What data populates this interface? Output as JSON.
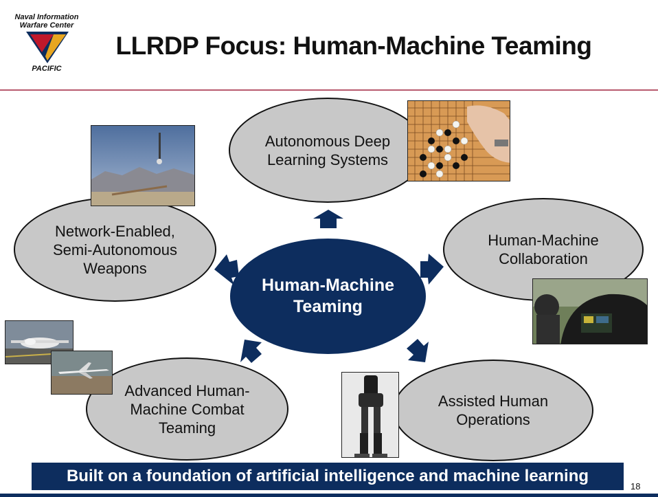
{
  "logo": {
    "line1": "Naval Information",
    "line2": "Warfare Center",
    "line3": "PACIFIC"
  },
  "title": "LLRDP Focus: Human-Machine Teaming",
  "center": {
    "line1": "Human-Machine",
    "line2": "Teaming"
  },
  "nodes": {
    "top": [
      "Autonomous Deep",
      "Learning Systems"
    ],
    "left": [
      "Network-Enabled,",
      "Semi-Autonomous",
      "Weapons"
    ],
    "right": [
      "Human-Machine",
      "Collaboration"
    ],
    "bottom_left": [
      "Advanced Human-",
      "Machine Combat",
      "Teaming"
    ],
    "bottom_right": [
      "Assisted Human",
      "Operations"
    ]
  },
  "banner": "Built on a foundation of artificial intelligence and machine learning",
  "page_number": "18",
  "colors": {
    "navy": "#0d2d5e",
    "oval_gray": "#c8c8c8",
    "rule": "#b85a6e",
    "logo_red": "#c0182b",
    "logo_navy": "#0d2d5e",
    "logo_gold": "#e8a620"
  },
  "images": [
    "missile-test-photo",
    "go-board-photo",
    "cockpit-simulator-photo",
    "drone-aircraft-photo",
    "airliner-photo",
    "exoskeleton-photo"
  ]
}
